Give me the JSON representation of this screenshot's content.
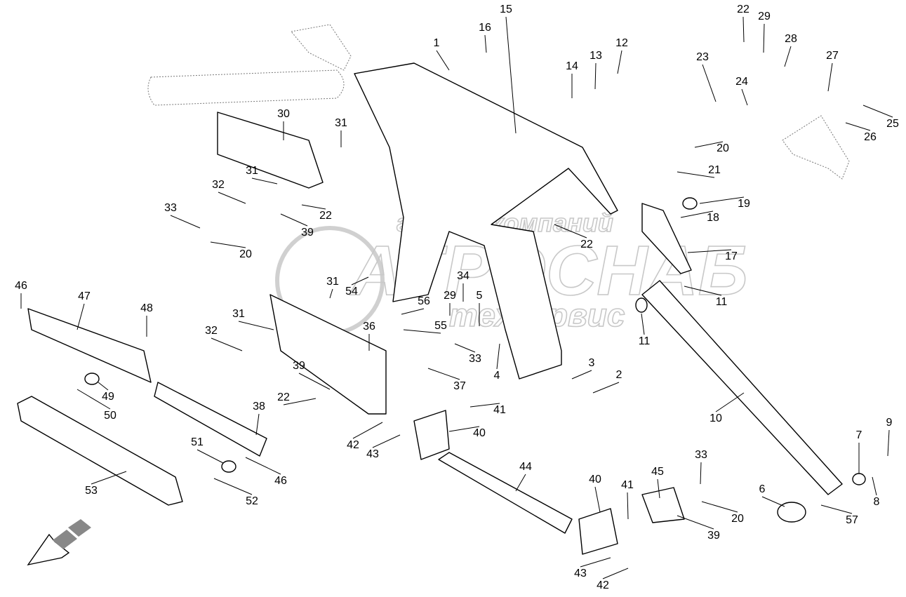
{
  "watermark": {
    "line1": "группа компаний",
    "line2": "АГРОСНАБ",
    "line3": "техсервис"
  },
  "colors": {
    "line": "#000000",
    "watermark": "#c8c8c8",
    "background": "#ffffff"
  },
  "direction_arrow_icon": "arrow-down-left",
  "labels": [
    "1",
    "15",
    "16",
    "13",
    "12",
    "14",
    "22",
    "29",
    "28",
    "27",
    "23",
    "24",
    "25",
    "26",
    "20",
    "21",
    "19",
    "18",
    "17",
    "22",
    "11",
    "11",
    "30",
    "31",
    "31",
    "32",
    "33",
    "39",
    "22",
    "20",
    "46",
    "47",
    "48",
    "31",
    "54",
    "56",
    "34",
    "29",
    "5",
    "55",
    "31",
    "36",
    "32",
    "33",
    "37",
    "4",
    "3",
    "2",
    "49",
    "50",
    "39",
    "22",
    "38",
    "41",
    "40",
    "42",
    "43",
    "51",
    "46",
    "53",
    "52",
    "44",
    "10",
    "33",
    "45",
    "40",
    "41",
    "20",
    "39",
    "9",
    "7",
    "8",
    "6",
    "57",
    "43",
    "42"
  ]
}
